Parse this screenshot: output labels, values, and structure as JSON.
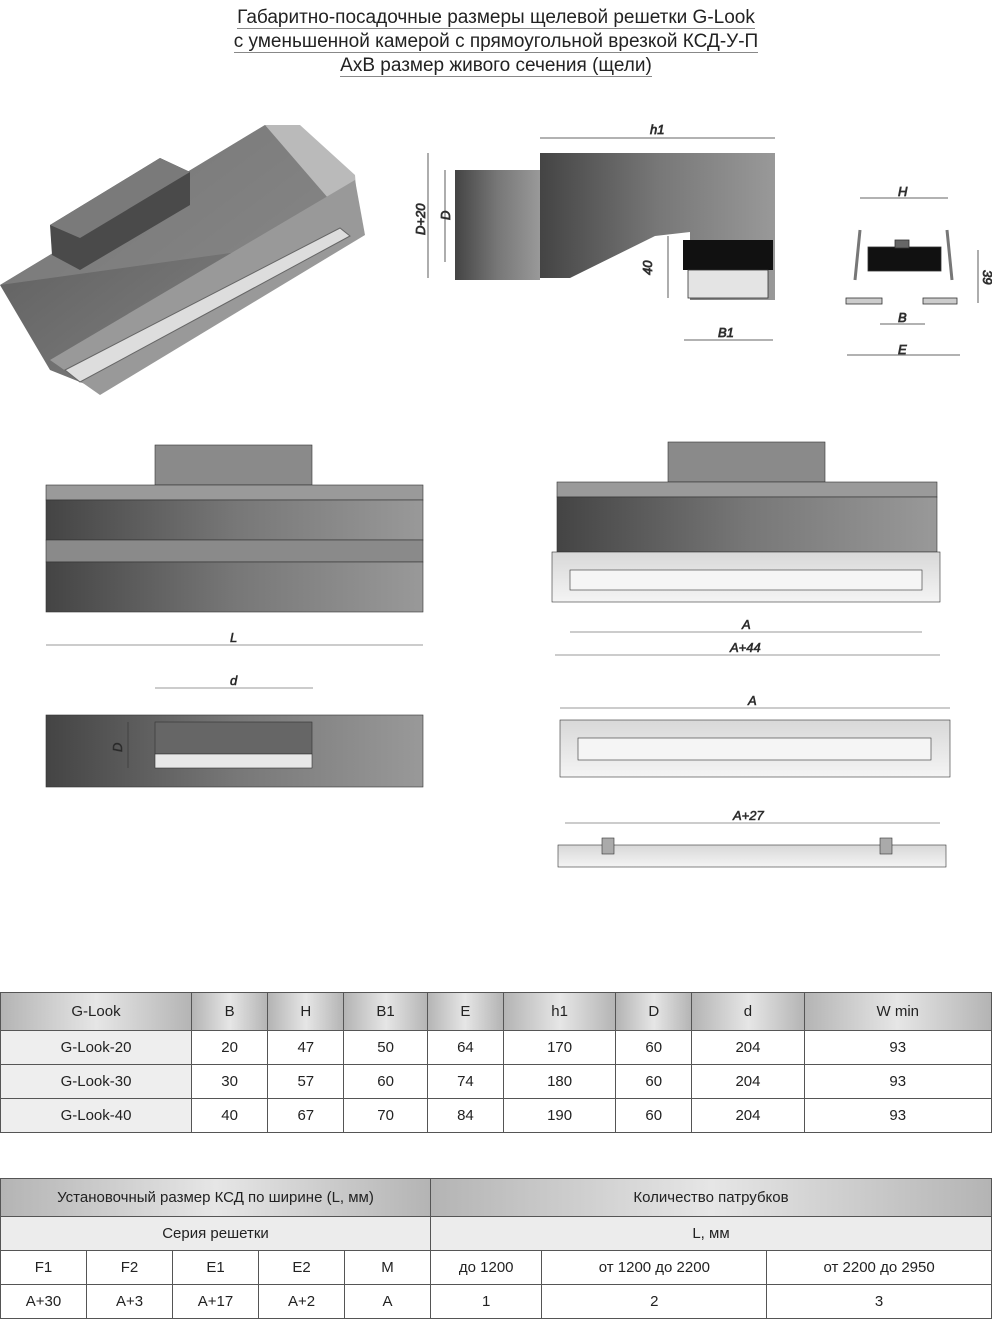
{
  "title": {
    "line1": "Габаритно-посадочные размеры щелевой решетки G-Look",
    "line2": "с уменьшенной камерой с прямоугольной врезкой КСД-У-П",
    "line3": "AxB размер живого сечения (щели)"
  },
  "drawing_labels": {
    "h1": "h1",
    "d_plus_20": "D+20",
    "D": "D",
    "forty": "40",
    "B1": "B1",
    "H": "H",
    "thirty_nine": "39",
    "B": "B",
    "E": "E",
    "L": "L",
    "d": "d",
    "A": "A",
    "A_plus_44": "A+44",
    "A2": "A",
    "A_plus_27": "A+27",
    "D2": "D"
  },
  "table1": {
    "headers": [
      "G-Look",
      "B",
      "H",
      "B1",
      "E",
      "h1",
      "D",
      "d",
      "W min"
    ],
    "rows": [
      [
        "G-Look-20",
        "20",
        "47",
        "50",
        "64",
        "170",
        "60",
        "204",
        "93"
      ],
      [
        "G-Look-30",
        "30",
        "57",
        "60",
        "74",
        "180",
        "60",
        "204",
        "93"
      ],
      [
        "G-Look-40",
        "40",
        "67",
        "70",
        "84",
        "190",
        "60",
        "204",
        "93"
      ]
    ]
  },
  "table2": {
    "header_left": "Установочный размер КСД по ширине (L, мм)",
    "header_right": "Количество патрубков",
    "sub_left": "Серия решетки",
    "sub_right": "L, мм",
    "series": [
      "F1",
      "F2",
      "E1",
      "E2",
      "M"
    ],
    "ranges": [
      "до 1200",
      "от 1200 до 2200",
      "от 2200 до 2950"
    ],
    "series_values": [
      "A+30",
      "A+3",
      "A+17",
      "A+2",
      "A"
    ],
    "counts": [
      "1",
      "2",
      "3"
    ]
  }
}
